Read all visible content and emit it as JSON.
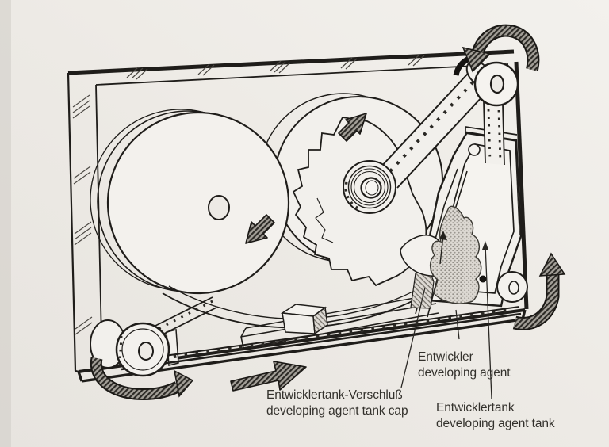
{
  "figure": {
    "colors": {
      "paper": "#edeae5",
      "ink": "#1f1d1a",
      "arrow_fill": "#8f8b84",
      "label_text": "#33312c"
    },
    "callouts": [
      {
        "id": "developer",
        "line1": "Entwickler",
        "line2": "developing agent"
      },
      {
        "id": "tank_cap",
        "line1": "Entwicklertank-Verschluß",
        "line2": "developing agent tank cap"
      },
      {
        "id": "tank",
        "line1": "Entwicklertank",
        "line2": "developing agent tank"
      }
    ]
  }
}
